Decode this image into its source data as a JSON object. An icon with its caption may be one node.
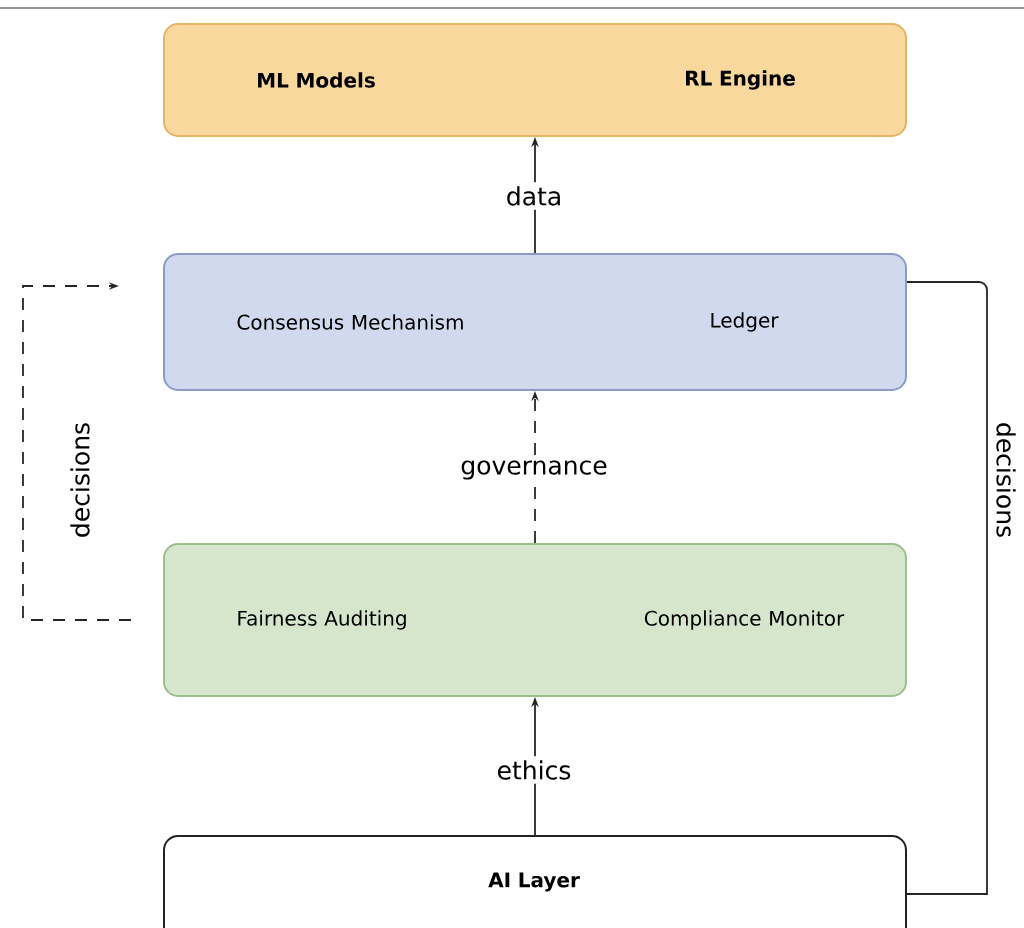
{
  "diagram": {
    "nodes": [
      {
        "text": [
          "ML Models",
          "RL Engine"
        ]
      },
      {
        "text": [
          "Consensus Mechanism",
          "Ledger"
        ]
      },
      {
        "text": [
          "Fairness Auditing",
          "Compliance Monitor"
        ]
      },
      {
        "text": [
          "AI Layer"
        ]
      }
    ],
    "edges": [
      {
        "from": 1,
        "to": 0,
        "arrow": "to",
        "label": "data"
      },
      {
        "from": 2,
        "to": 1,
        "arrow": "to",
        "label": "governance",
        "style": "dashed"
      },
      {
        "from": 3,
        "to": 2,
        "arrow": "to",
        "label": "ethics"
      },
      {
        "from": 2,
        "to": 1,
        "arrow": "to",
        "label": "decisions",
        "style": "dashed"
      },
      {
        "from": 3,
        "to": 1,
        "arrow": "none",
        "label": "decisions"
      }
    ]
  }
}
